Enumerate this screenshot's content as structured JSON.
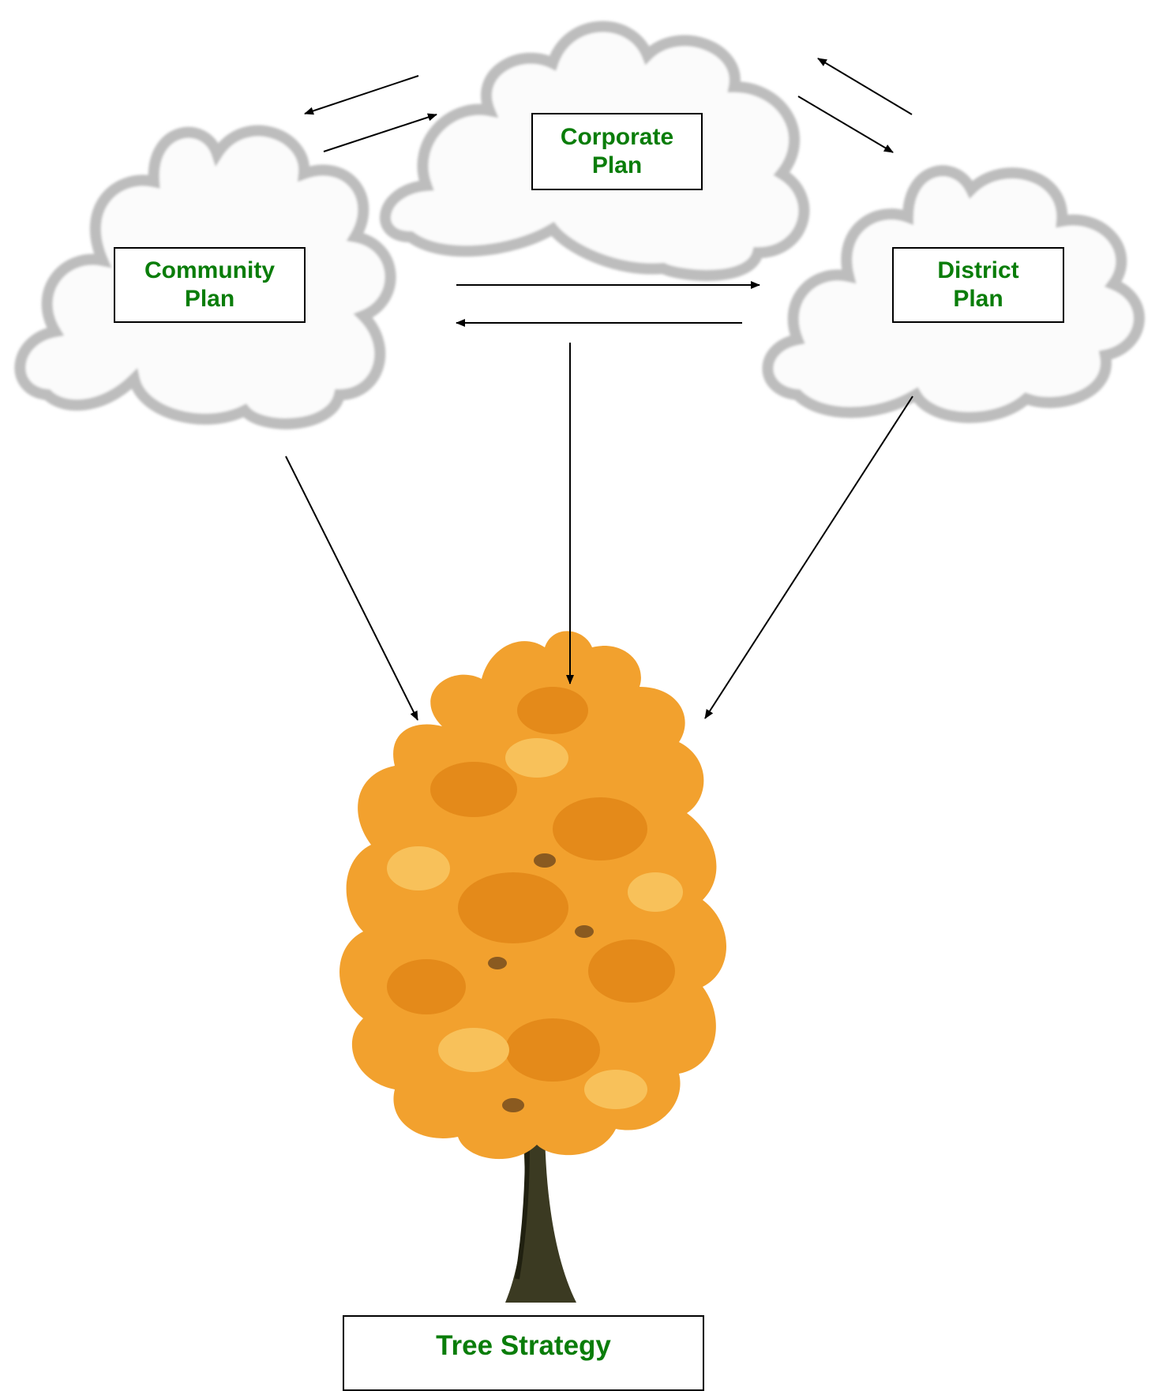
{
  "colors": {
    "label_text": "#0a7d0a",
    "arrow": "#000000",
    "cloud_stroke": "#b9b9b9",
    "foliage": "#f2a12e",
    "trunk": "#3b3a22"
  },
  "nodes": {
    "corporate": {
      "line1": "Corporate",
      "line2": "Plan"
    },
    "community": {
      "line1": "Community",
      "line2": "Plan"
    },
    "district": {
      "line1": "District",
      "line2": "Plan"
    },
    "tree": {
      "label": "Tree Strategy"
    }
  },
  "edges": [
    {
      "from": "corporate",
      "to": "community"
    },
    {
      "from": "community",
      "to": "corporate"
    },
    {
      "from": "corporate",
      "to": "district"
    },
    {
      "from": "district",
      "to": "corporate"
    },
    {
      "from": "community",
      "to": "district"
    },
    {
      "from": "district",
      "to": "community"
    },
    {
      "from": "community",
      "to": "tree"
    },
    {
      "from": "corporate",
      "to": "tree"
    },
    {
      "from": "district",
      "to": "tree"
    }
  ]
}
